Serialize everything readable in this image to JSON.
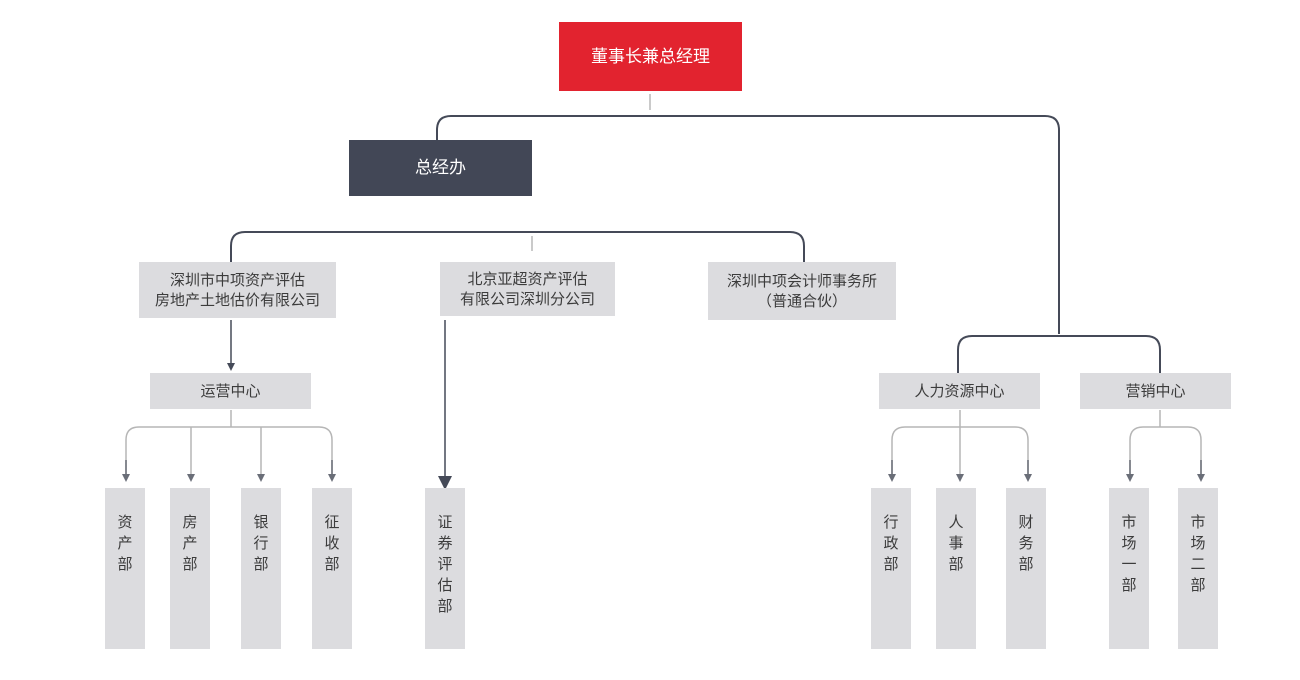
{
  "org": {
    "chairman": "董事长兼总经理",
    "gm_office": "总经办",
    "company_a": "深圳市中项资产评估\n房地产土地估价有限公司",
    "company_b": "北京亚超资产评估\n有限公司深圳分公司",
    "company_c": "深圳中项会计师事务所\n（普通合伙）",
    "ops_center": "运营中心",
    "hr_center": "人力资源中心",
    "marketing_center": "营销中心",
    "departments": {
      "assets": "资产部",
      "real_estate": "房产部",
      "bank": "银行部",
      "expropriation": "征收部",
      "securities": "证券评估部",
      "admin": "行政部",
      "personnel": "人事部",
      "finance": "财务部",
      "market_1": "市场一部",
      "market_2": "市场二部"
    }
  },
  "colors": {
    "accent_red": "#e2232f",
    "dark_slate": "#424756",
    "box_gray": "#dcdcdf",
    "line": "#454a58"
  }
}
